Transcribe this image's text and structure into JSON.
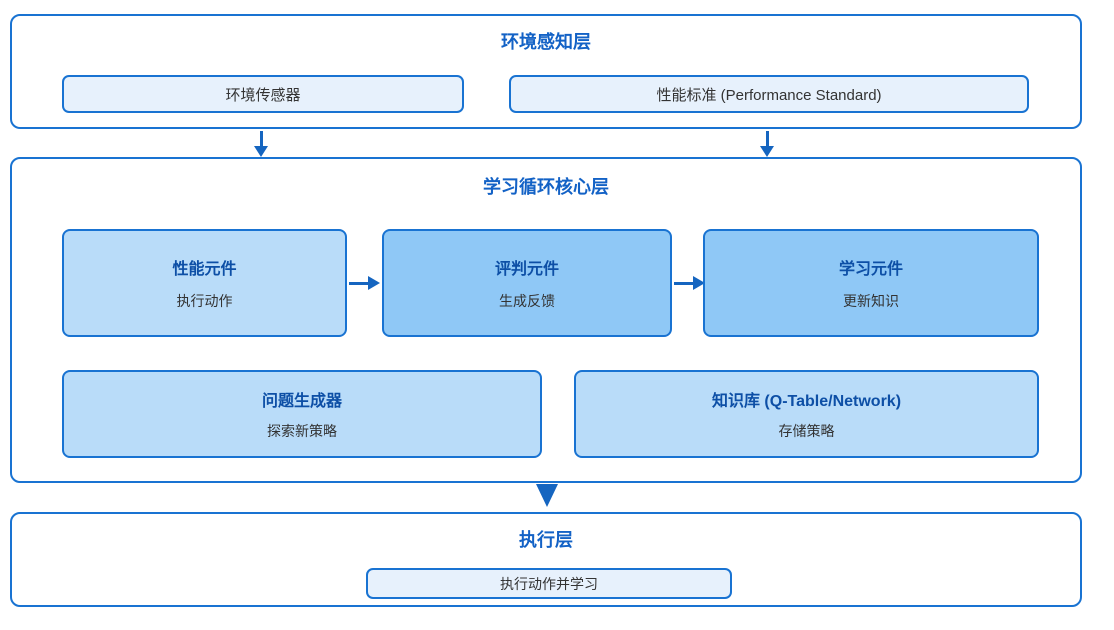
{
  "palette": {
    "border_blue": "#1973D2",
    "accent_blue": "#1565C0",
    "layer_title_color": "#1362C6",
    "node_title_color": "#0D4FA6",
    "node_subtitle_color": "#333333",
    "fill_light": "#E7F1FC",
    "fill_medium": "#B9DCF9",
    "fill_strong": "#8FC8F6"
  },
  "layers": {
    "perception": {
      "title": "环境感知层",
      "sensor_box": "环境传感器",
      "standard_box": "性能标准 (Performance Standard)"
    },
    "core": {
      "title": "学习循环核心层",
      "performance": {
        "title": "性能元件",
        "subtitle": "执行动作"
      },
      "critic": {
        "title": "评判元件",
        "subtitle": "生成反馈"
      },
      "learning": {
        "title": "学习元件",
        "subtitle": "更新知识"
      },
      "problem_generator": {
        "title": "问题生成器",
        "subtitle": "探索新策略"
      },
      "knowledge_base": {
        "title": "知识库 (Q-Table/Network)",
        "subtitle": "存储策略"
      }
    },
    "execution": {
      "title": "执行层",
      "action_box": "执行动作并学习"
    }
  }
}
